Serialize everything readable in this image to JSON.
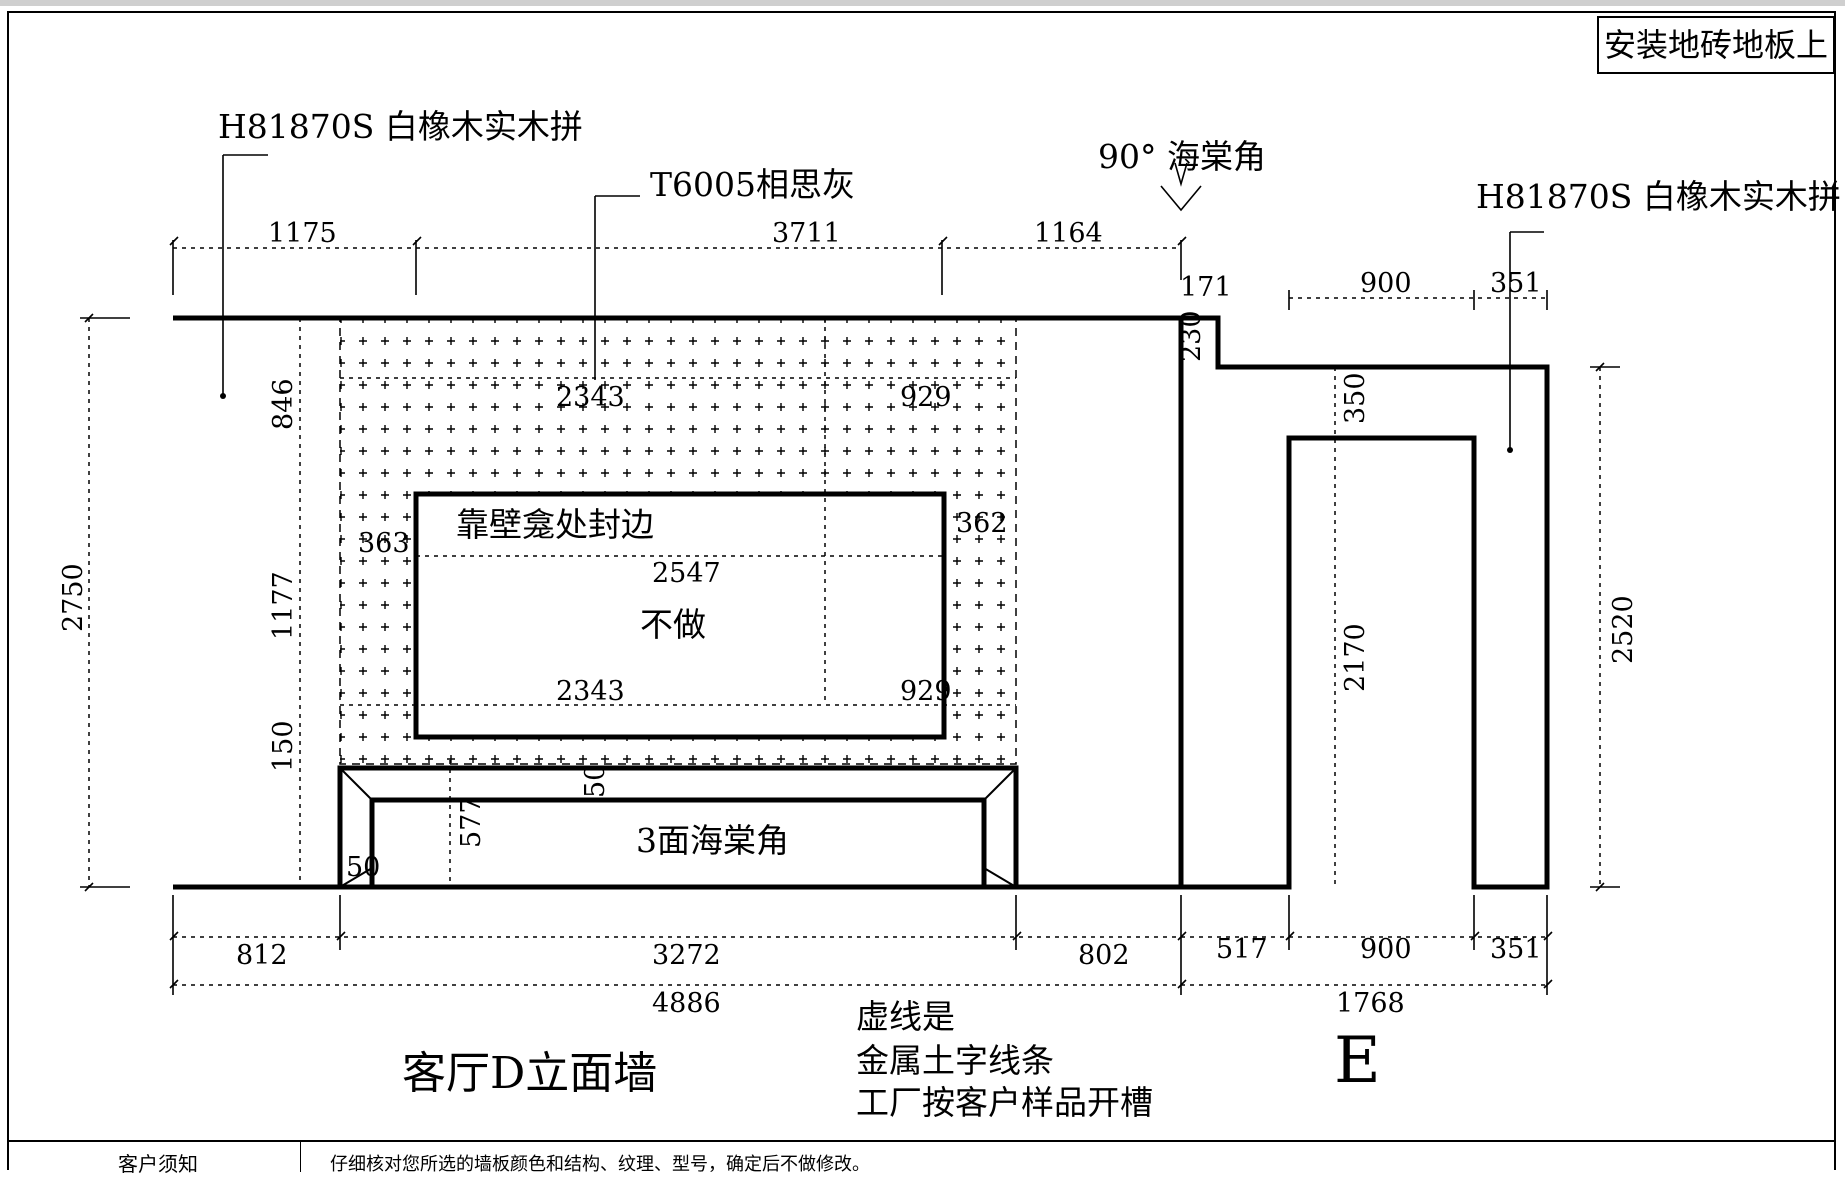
{
  "stamp": "安装地砖地板上",
  "labels": {
    "material_left": "H81870S 白橡木实木拼",
    "material_right": "H81870S 白橡木实木拼",
    "material_center": "T6005相思灰",
    "corner_90": "90° 海棠角",
    "niche_edge": "靠壁龛处封边",
    "niche_not_done": "不做",
    "bench_corner": "3面海棠角",
    "note_line1": "虚线是",
    "note_line2": "金属土字线条",
    "note_line3": "工厂按客户样品开槽",
    "drawing_title": "客厅D立面墙",
    "section_letter": "E"
  },
  "dims": {
    "top_1175": "1175",
    "top_3711": "3711",
    "top_1164": "1164",
    "top_171": "171",
    "top_900": "900",
    "top_351": "351",
    "step_230": "230",
    "h_2750": "2750",
    "h_846": "846",
    "h_1177": "1177",
    "h_150": "150",
    "h_350": "350",
    "h_2170": "2170",
    "h_2520": "2520",
    "h_577": "577",
    "w_2343a": "2343",
    "w_929a": "929",
    "w_2547": "2547",
    "w_2343b": "2343",
    "w_929b": "929",
    "s_363": "363",
    "s_362": "362",
    "s_50a": "50",
    "s_50b": "50",
    "bot_812": "812",
    "bot_3272": "3272",
    "bot_802": "802",
    "bot_517": "517",
    "bot_900": "900",
    "bot_351": "351",
    "tot_4886": "4886",
    "tot_1768": "1768"
  },
  "footer": {
    "label": "客户须知",
    "note": "仔细核对您所选的墙板颜色和结构、纹理、型号，确定后不做修改。"
  }
}
